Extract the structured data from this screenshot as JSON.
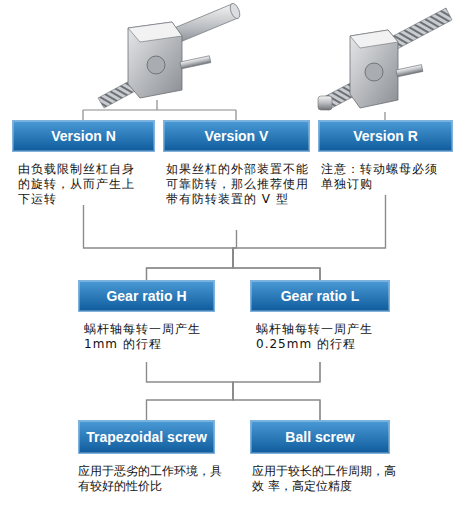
{
  "diagram": {
    "nodes": [
      {
        "text": [
          "Version N",
          "由负载限制丝杠自身 的旋转，从而产生上 下运转"
        ]
      },
      {
        "text": [
          "Version V",
          "如果丝杠的外部装置不能 可靠防转，那么推荐使用 带有防转装置的 V 型"
        ]
      },
      {
        "text": [
          "Version R",
          "注意：转动螺母必须 单独订购"
        ]
      },
      {
        "text": [
          "Gear ratio H",
          "蜗杆轴每转一周产生 1mm 的行程"
        ]
      },
      {
        "text": [
          "Gear ratio L",
          "蜗杆轴每转一周产生 0.25mm 的行程"
        ]
      },
      {
        "text": [
          "Trapezoidal screw",
          "应用于恶劣的工作环境，具 有较好的性价比"
        ]
      },
      {
        "text": [
          "Ball screw",
          "应用于较长的工作周期，高效 率，高定位精度"
        ]
      }
    ],
    "edges": [
      {
        "from": 0,
        "to": 3,
        "arrow": "none"
      },
      {
        "from": 0,
        "to": 4,
        "arrow": "none"
      },
      {
        "from": 1,
        "to": 3,
        "arrow": "none"
      },
      {
        "from": 1,
        "to": 4,
        "arrow": "none"
      },
      {
        "from": 2,
        "to": 3,
        "arrow": "none"
      },
      {
        "from": 2,
        "to": 4,
        "arrow": "none"
      },
      {
        "from": 3,
        "to": 5,
        "arrow": "none"
      },
      {
        "from": 3,
        "to": 6,
        "arrow": "none"
      },
      {
        "from": 4,
        "to": 5,
        "arrow": "none"
      },
      {
        "from": 4,
        "to": 6,
        "arrow": "none"
      }
    ]
  }
}
